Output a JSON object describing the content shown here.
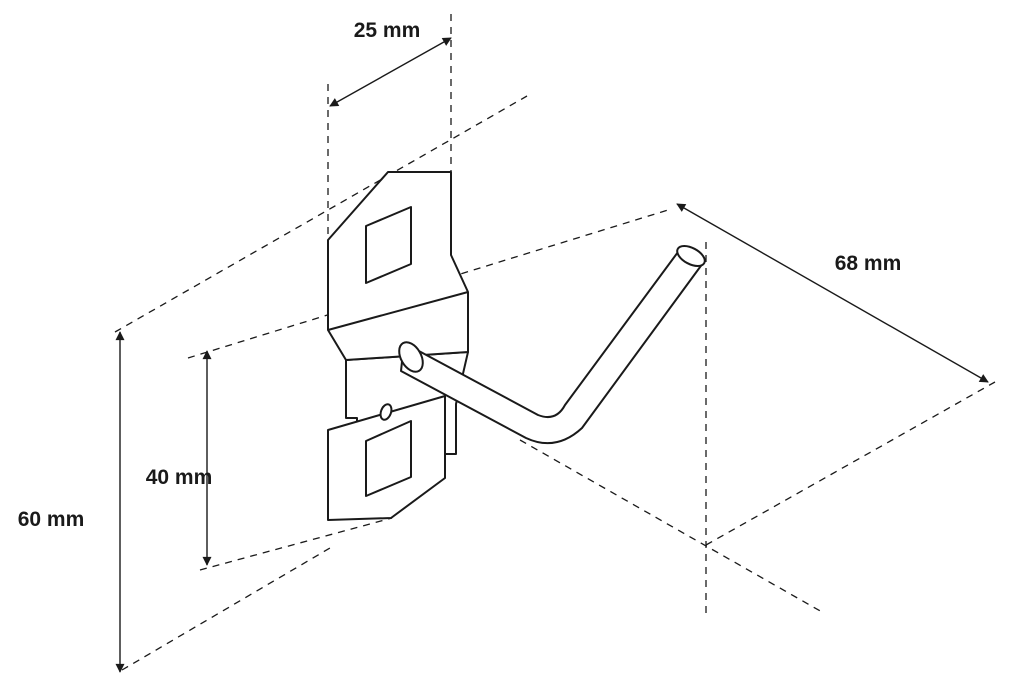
{
  "dimensions": {
    "width": "25 mm",
    "length": "68 mm",
    "inner_height": "40 mm",
    "outer_height": "60 mm"
  },
  "colors": {
    "line": "#1a1a1a",
    "background": "#ffffff"
  }
}
